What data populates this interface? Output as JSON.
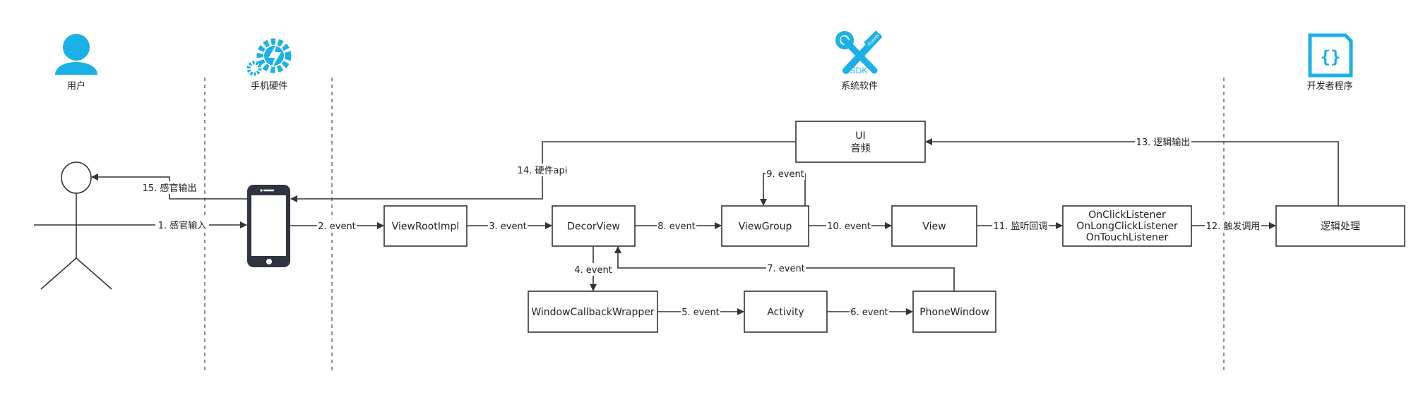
{
  "lanes": [
    {
      "id": "user",
      "label": "用户",
      "icon": "user-icon"
    },
    {
      "id": "hardware",
      "label": "手机硬件",
      "icon": "gear-lightning-icon"
    },
    {
      "id": "system",
      "label": "系统软件",
      "icon": "sdk-tools-icon"
    },
    {
      "id": "developer",
      "label": "开发者程序",
      "icon": "code-file-icon"
    }
  ],
  "nodes": {
    "ui_audio": [
      "UI",
      "音频"
    ],
    "viewrootimpl": [
      "ViewRootImpl"
    ],
    "decorview": [
      "DecorView"
    ],
    "viewgroup": [
      "ViewGroup"
    ],
    "view": [
      "View"
    ],
    "listeners": [
      "OnClickListener",
      "OnLongClickListener",
      "OnTouchListener"
    ],
    "logic": [
      "逻辑处理"
    ],
    "windowcallbackwrapper": [
      "WindowCallbackWrapper"
    ],
    "activity": [
      "Activity"
    ],
    "phonewindow": [
      "PhoneWindow"
    ]
  },
  "icons": {
    "sdk_badge": "SDK",
    "sdk_tool_label": "Assets"
  },
  "edges": [
    {
      "id": "e1",
      "label": "1. 感官输入"
    },
    {
      "id": "e2",
      "label": "2. event"
    },
    {
      "id": "e3",
      "label": "3. event"
    },
    {
      "id": "e4",
      "label": "4. event"
    },
    {
      "id": "e5",
      "label": "5. event"
    },
    {
      "id": "e6",
      "label": "6. event"
    },
    {
      "id": "e7",
      "label": "7. event"
    },
    {
      "id": "e8",
      "label": "8. event"
    },
    {
      "id": "e9",
      "label": "9. event"
    },
    {
      "id": "e10",
      "label": "10. event"
    },
    {
      "id": "e11",
      "label": "11. 监听回调"
    },
    {
      "id": "e12",
      "label": "12. 触发调用"
    },
    {
      "id": "e13",
      "label": "13. 逻辑输出"
    },
    {
      "id": "e14",
      "label": "14. 硬件api"
    },
    {
      "id": "e15",
      "label": "15. 感官输出"
    }
  ],
  "colors": {
    "icon": "#1ab0e8",
    "line": "#333333",
    "phone": "#2f3440"
  }
}
